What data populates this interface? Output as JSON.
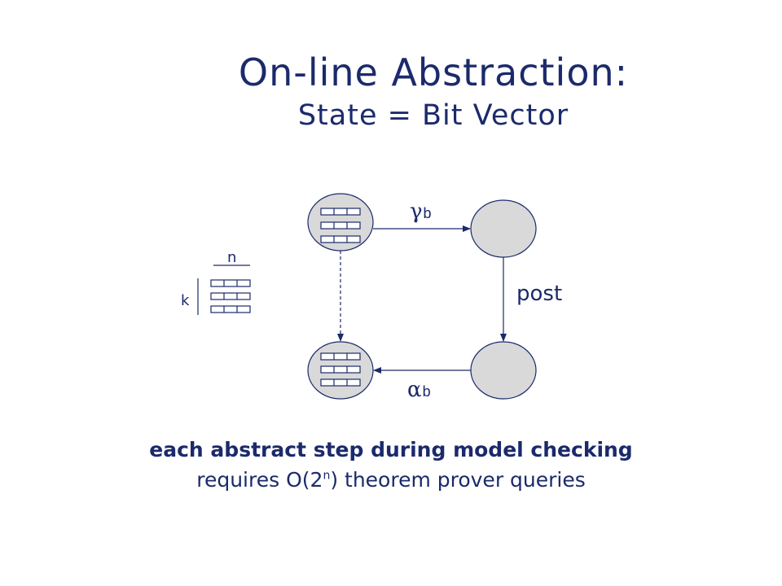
{
  "title": "On-line Abstraction:",
  "subtitle": "State = Bit Vector",
  "diagram": {
    "gamma_symbol": "γ",
    "gamma_subscript": "b",
    "alpha_symbol": "α",
    "alpha_subscript": "b",
    "post_label": "post",
    "legend_width_label": "n",
    "legend_height_label": "k"
  },
  "caption": {
    "line1": "each abstract step during model checking",
    "line2_prefix": "requires O(2",
    "line2_superscript": "n",
    "line2_suffix": ") theorem prover queries"
  },
  "colors": {
    "text": "#1b2a6b",
    "state_fill": "#d9d9d9",
    "stroke": "#1b2a6b"
  }
}
